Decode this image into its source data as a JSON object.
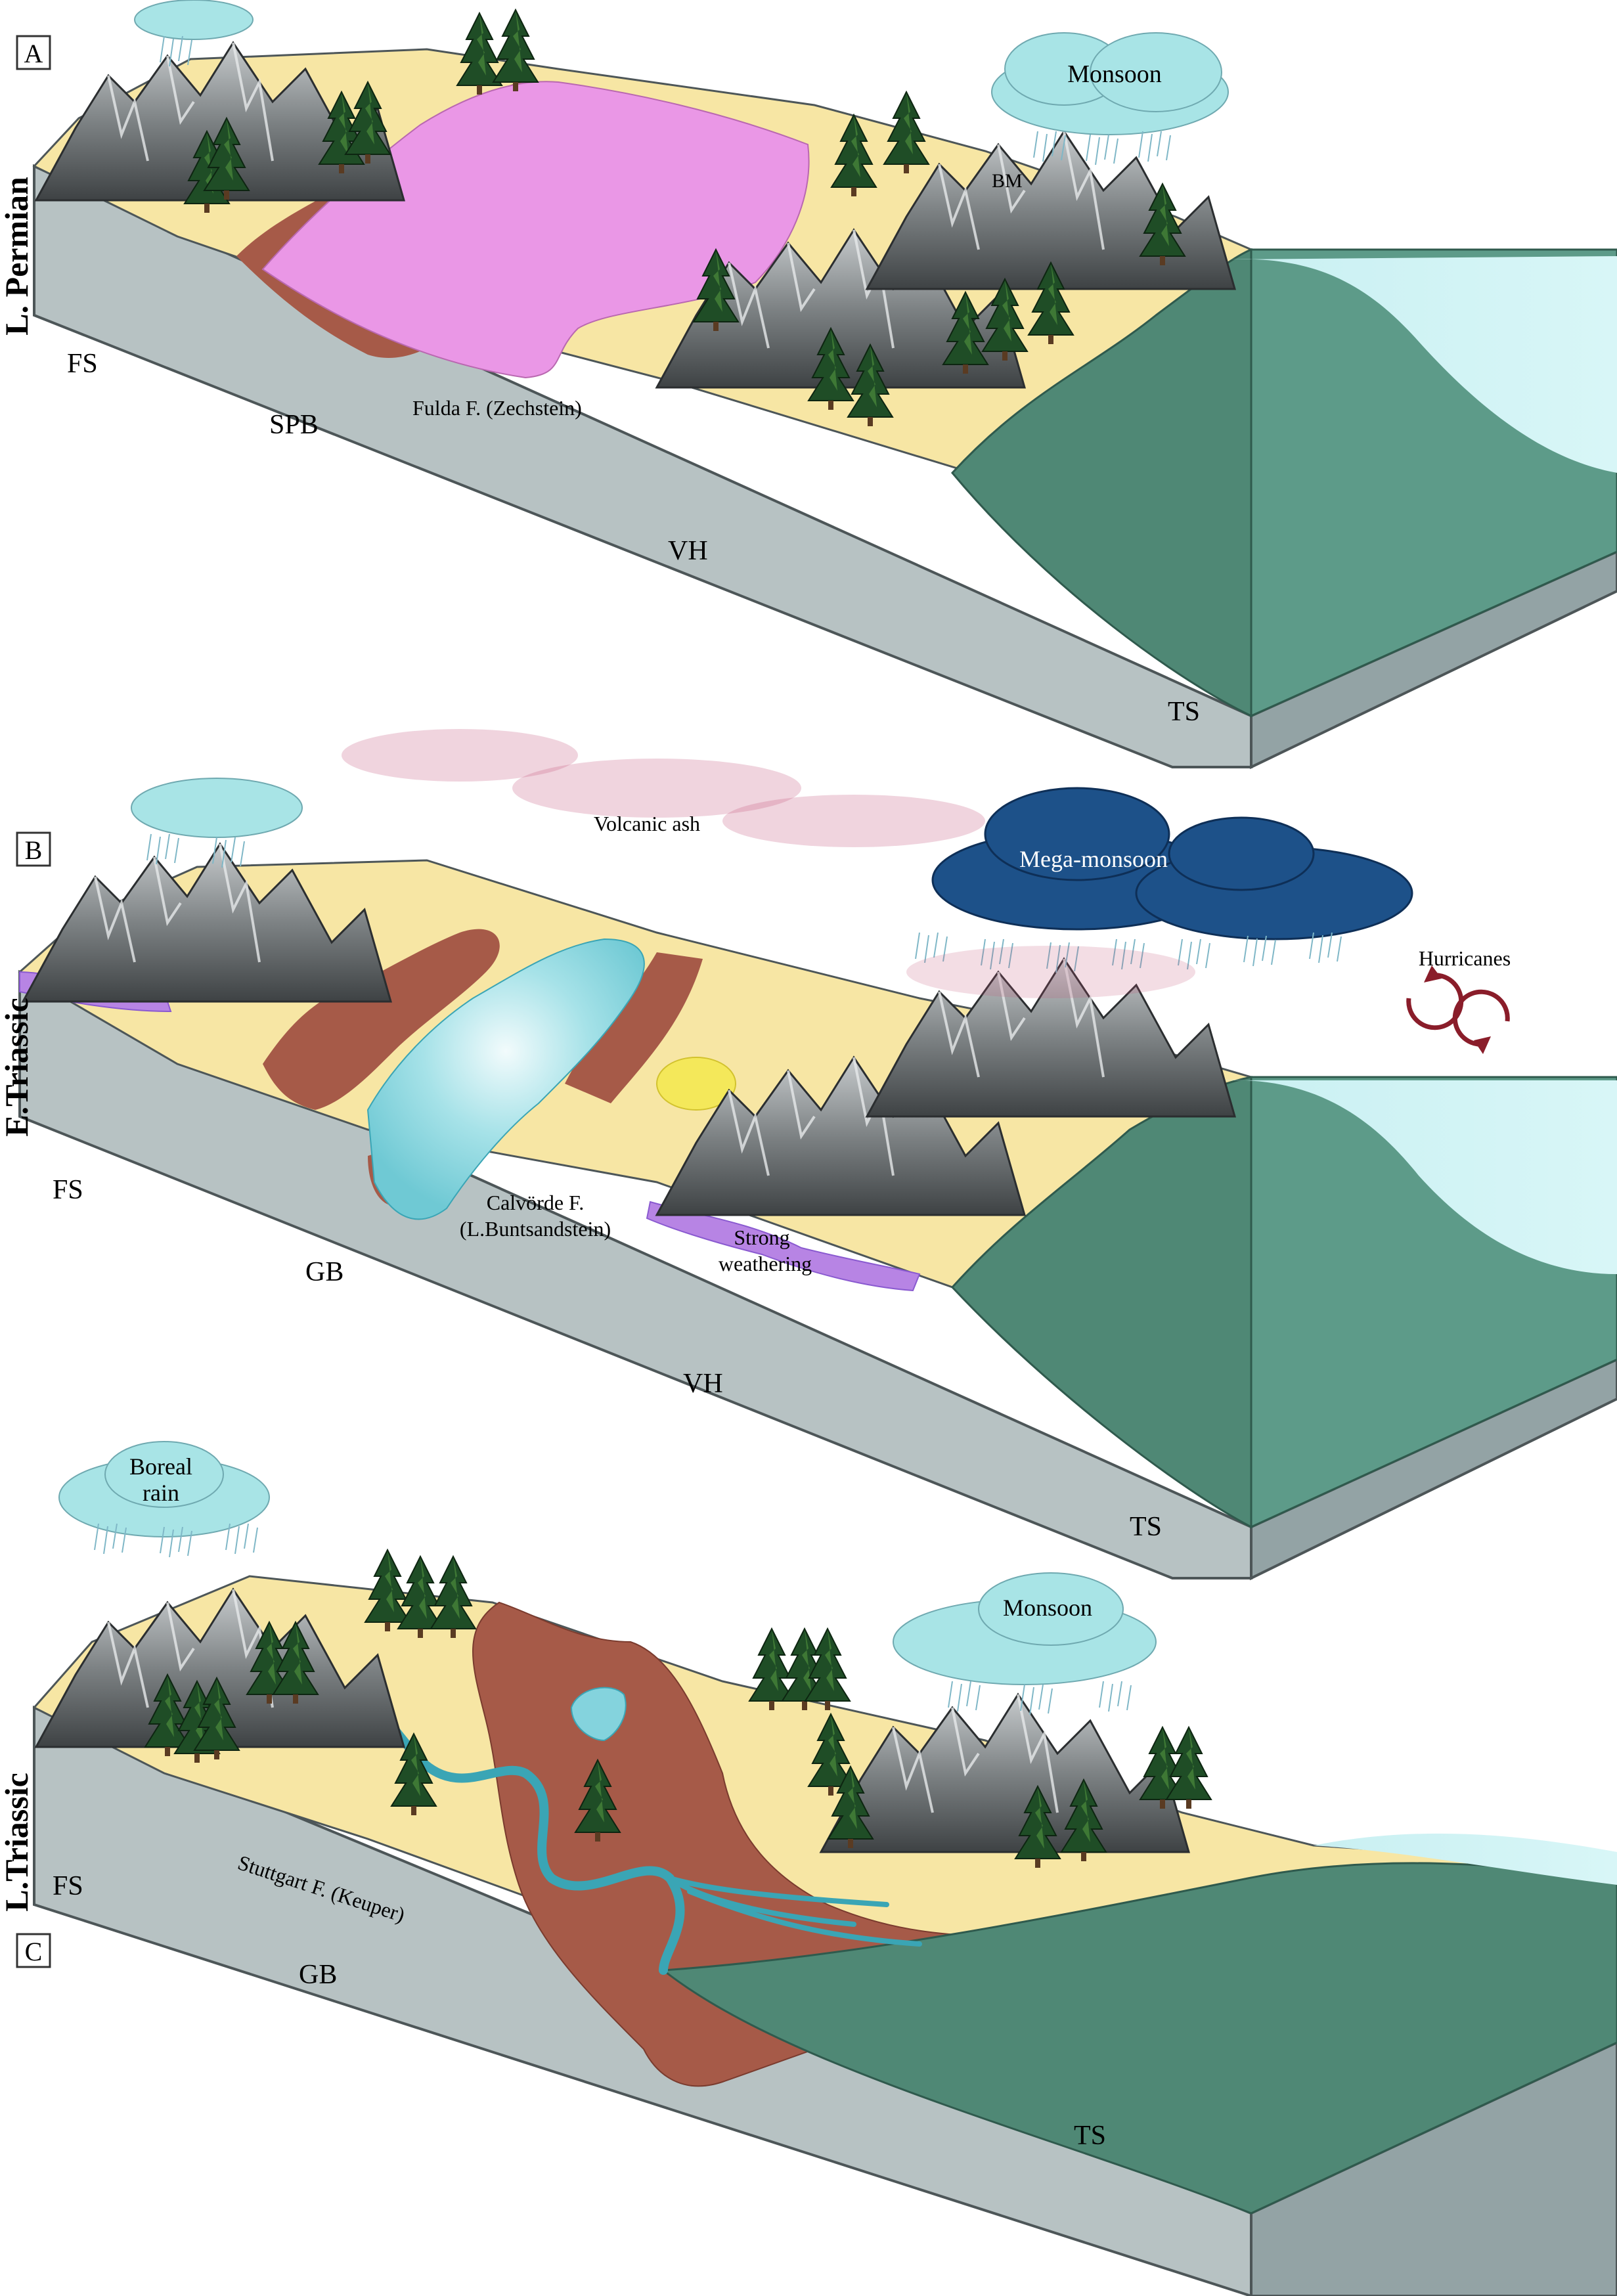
{
  "panels": [
    {
      "letter": "A",
      "period": "L. Permian",
      "labels": {
        "fs": "FS",
        "west_block": "SPB",
        "vh": "VH",
        "ts": "TS",
        "formation": "Fulda F. (Zechstein)",
        "bm": "BM",
        "cloud": "Monsoon"
      }
    },
    {
      "letter": "B",
      "period": "E.Triassic",
      "labels": {
        "fs": "FS",
        "west_block": "GB",
        "vh": "VH",
        "ts": "TS",
        "formation_line1": "Calvörde F.",
        "formation_line2": "(L.Buntsandstein)",
        "weathering_line1": "Strong",
        "weathering_line2": "weathering",
        "ash": "Volcanic ash",
        "cloud": "Mega-monsoon",
        "hurricanes": "Hurricanes"
      }
    },
    {
      "letter": "C",
      "period": "L.Triassic",
      "labels": {
        "fs": "FS",
        "west_block": "GB",
        "ts": "TS",
        "formation": "Stuttgart F. (Keuper)",
        "boreal_line1": "Boreal",
        "boreal_line2": "rain",
        "cloud": "Monsoon"
      }
    }
  ],
  "colors": {
    "block_side": "#b7c2c3",
    "block_edge": "#4d5658",
    "sand": "#f7e6a4",
    "red_bed": "#a65a48",
    "evaporite": "#ea97e6",
    "lake": "#84d3dd",
    "sea_shelf": "#4f8875",
    "sea_water": "#c9f0f2",
    "mountain_dark": "#55585a",
    "mountain_light": "#a4a8aa",
    "tree": "#1f4d26",
    "cloud_light": "#a8e4e6",
    "cloud_dark": "#1d5189",
    "weathering": "#b784e4",
    "ash": "#c5547a",
    "hurricane": "#8a1d2a"
  }
}
